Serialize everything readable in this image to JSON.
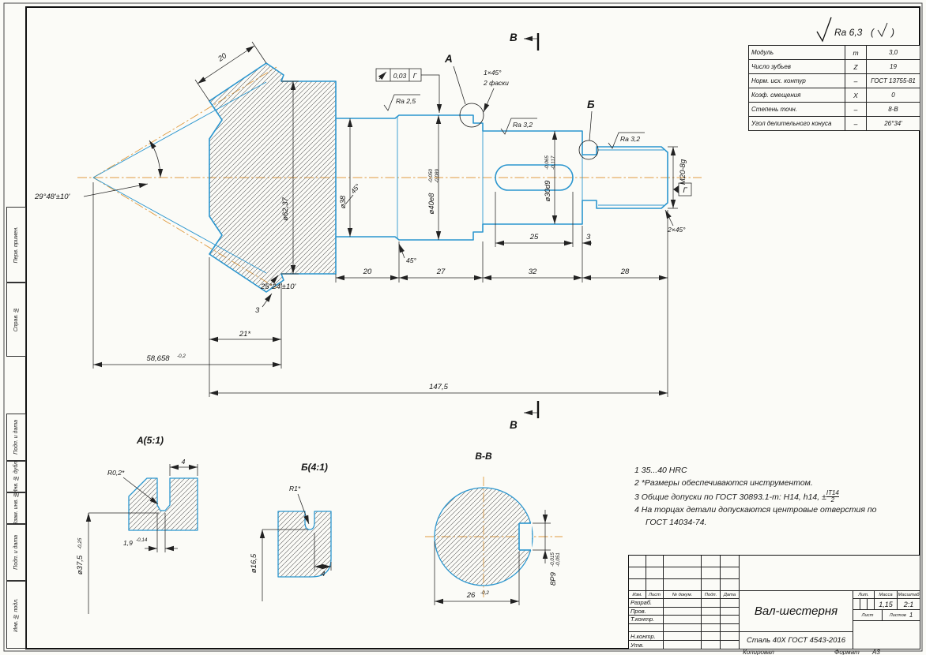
{
  "corner_finish": {
    "ra": "Ra 6,3",
    "open": "(",
    "close": ")"
  },
  "margin_labels": [
    "Перв. примен.",
    "Справ. №",
    "Подп. и дата",
    "Инв. № дубл.",
    "Взам. инв. №",
    "Подп. и дата",
    "Инв. № подл."
  ],
  "gear_table": {
    "rows": [
      {
        "p": "Модуль",
        "s": "m",
        "v": "3,0"
      },
      {
        "p": "Число зубьев",
        "s": "Z",
        "v": "19"
      },
      {
        "p": "Норм. исх. контур",
        "s": "–",
        "v": "ГОСТ 13755-81"
      },
      {
        "p": "Коэф. смещения",
        "s": "X",
        "v": "0"
      },
      {
        "p": "Степень точн.",
        "s": "–",
        "v": "8-В"
      },
      {
        "p": "Угол делительного конуса",
        "s": "–",
        "v": "26°34'"
      }
    ]
  },
  "dims": {
    "face_width": "20",
    "cone_angle": "29°48'±10'",
    "back_angle": "25°24'±10'",
    "rim_width": "3",
    "hub_dia": "ø62,37",
    "d38": "ø38",
    "d40": "ø40e8",
    "d40_up": "-0,050",
    "d40_lo": "-0,089",
    "d30": "ø30d9",
    "d30_up": "-0,065",
    "d30_lo": "-0,117",
    "thread": "M20-8g",
    "chamfer1": "1×45°",
    "chamfer1_note": "2 фаски",
    "chamfer2": "2×45°",
    "chamfer_angle": "45°",
    "len20": "20",
    "len27": "27",
    "len32": "32",
    "len28": "28",
    "key_len": "25",
    "key_off": "3",
    "len21": "21*",
    "len58": "58,658",
    "len58_tol": "-0,2",
    "len147": "147,5",
    "runout": "0,03",
    "datum": "Г",
    "ra25": "Ra 2,5",
    "ra32": "Ra 3,2"
  },
  "sections": {
    "a": "А",
    "b": "Б",
    "v": "В",
    "a_title": "А(5:1)",
    "b_title": "Б(4:1)",
    "vv_title": "В-В"
  },
  "detail_a": {
    "radius": "R0,2*",
    "width": "4",
    "depth": "1,9",
    "depth_tol": "-0,14",
    "dia": "ø37,5",
    "dia_tol": "-0,25"
  },
  "detail_b": {
    "radius": "R1*",
    "width": "4",
    "dia": "ø16,5"
  },
  "section_vv": {
    "flat": "26",
    "flat_tol": "-0,2",
    "key": "8Р9",
    "key_up": "-0,015",
    "key_lo": "-0,051"
  },
  "notes": {
    "n1": "1  35...40 HRC",
    "n2": "2  *Размеры обеспечиваются инструментом.",
    "n3_pre": "3  Общие допуски по ГОСТ 30893.1-т:  H14, h14, ±",
    "n3_num": "IT14",
    "n3_den": "2",
    "n4": "4  На торцах детали допускаются центровые отверстия по",
    "n4b": "ГОСТ 14034-74."
  },
  "title_block": {
    "name": "Вал-шестерня",
    "material": "Сталь 40Х ГОСТ 4543-2016",
    "lit": "Лит.",
    "mass": "Масса",
    "scale": "Масштаб",
    "mass_value": "1,15",
    "scale_value": "2:1",
    "sheet": "Лист",
    "sheets": "Листов",
    "sheets_value": "1",
    "cols": [
      "Изм.",
      "Лист",
      "№ докум.",
      "Подп.",
      "Дата"
    ],
    "r1": "Разраб.",
    "r2": "Пров.",
    "r3": "Т.контр.",
    "r4": "Н.контр.",
    "r5": "Утв.",
    "copied": "Копировал",
    "format_label": "Формат",
    "format_value": "А3"
  }
}
